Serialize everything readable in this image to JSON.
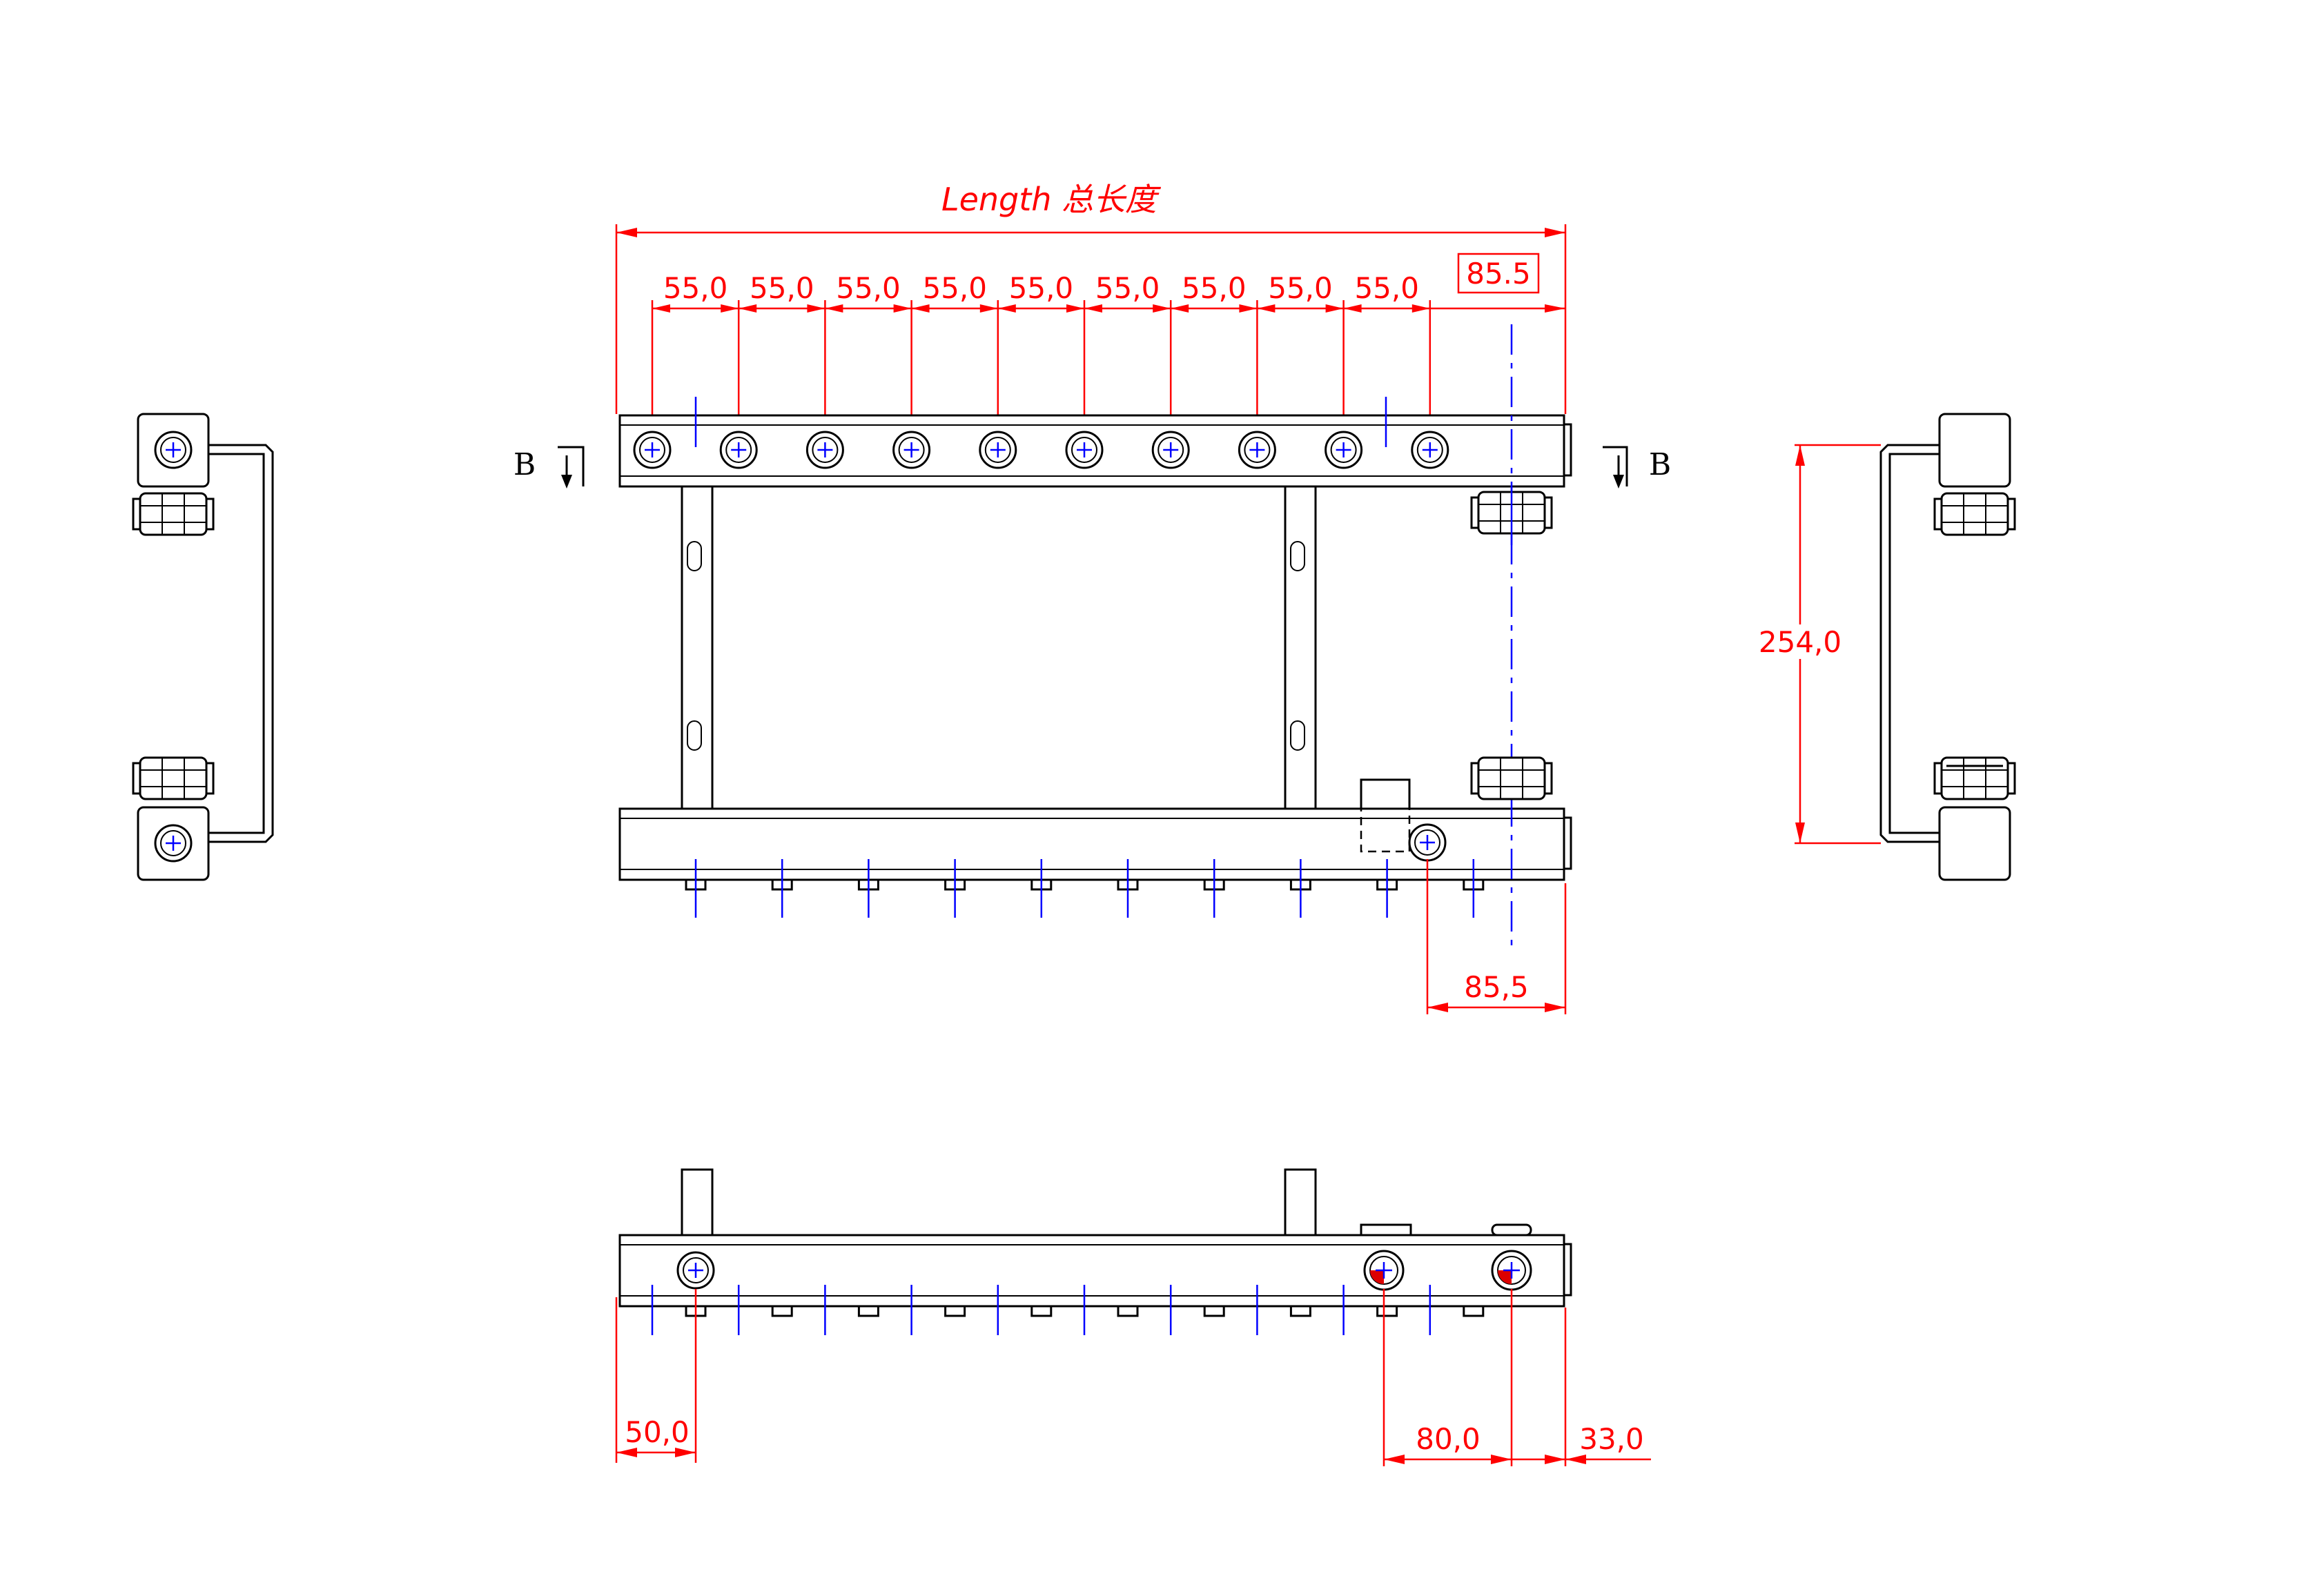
{
  "title": {
    "length_label": "Length 总长度"
  },
  "section_marks": {
    "left": "B",
    "right": "B"
  },
  "dimensions": {
    "boxed_top": "85.5",
    "spacing_label": "55,0",
    "spacing_count": 9,
    "height": "254,0",
    "bottom_right": "85,5",
    "bottom_left": "50,0",
    "inlet_spacing": "80,0",
    "end_offset": "33,0"
  },
  "manifold": {
    "outlet_count": 10
  },
  "colors": {
    "outline": "#000000",
    "dimension": "#ff0000",
    "centerline": "#0000ff",
    "inlet_fill": "#dd0000"
  }
}
